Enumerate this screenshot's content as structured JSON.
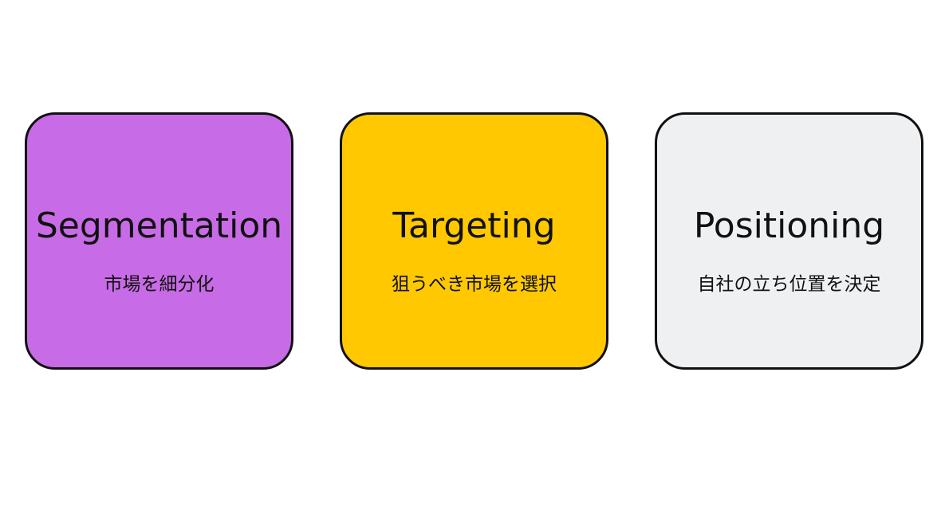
{
  "cards": [
    {
      "title": "Segmentation",
      "subtitle": "市場を細分化",
      "color": "#c86be6"
    },
    {
      "title": "Targeting",
      "subtitle": "狙うべき市場を選択",
      "color": "#ffc800"
    },
    {
      "title": "Positioning",
      "subtitle": "自社の立ち位置を決定",
      "color": "#eff0f2"
    }
  ]
}
